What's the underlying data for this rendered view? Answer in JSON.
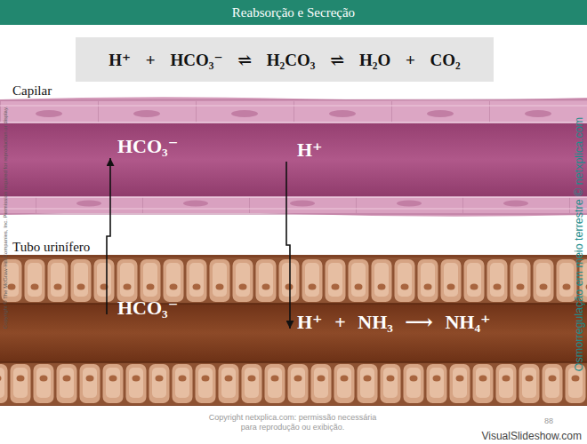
{
  "diagram": {
    "title": "Reabsorção e Secreção",
    "nodes": [
      {
        "text": [
          "H⁺ + HCO₃⁻ ⇌ H₂CO₃ ⇌ H₂O + CO₂"
        ]
      },
      {
        "text": [
          "Capilar"
        ]
      },
      {
        "text": [
          "HCO₃⁻"
        ],
        "in": 1
      },
      {
        "text": [
          "H⁺"
        ],
        "in": 1
      },
      {
        "text": [
          "Tubo urinífero"
        ]
      },
      {
        "text": [
          "HCO₃⁻"
        ],
        "in": 4
      },
      {
        "text": [
          "H⁺ + NH₃ ⟶ NH₄⁺"
        ],
        "in": 4
      }
    ],
    "edges": [
      {
        "from": 5,
        "to": 2,
        "arrow": "to"
      },
      {
        "from": 3,
        "to": 6,
        "arrow": "to"
      }
    ],
    "labels": [
      "Copyright © The McGraw-Hill Companies, Inc. Permission required for reproduction or display.",
      "Osmorregulação em meio terrestre © netxplica.com",
      "Copyright netxplica.com: permissão necessária para reprodução ou exibição.",
      "88",
      "VisualSlideshow.com"
    ]
  }
}
